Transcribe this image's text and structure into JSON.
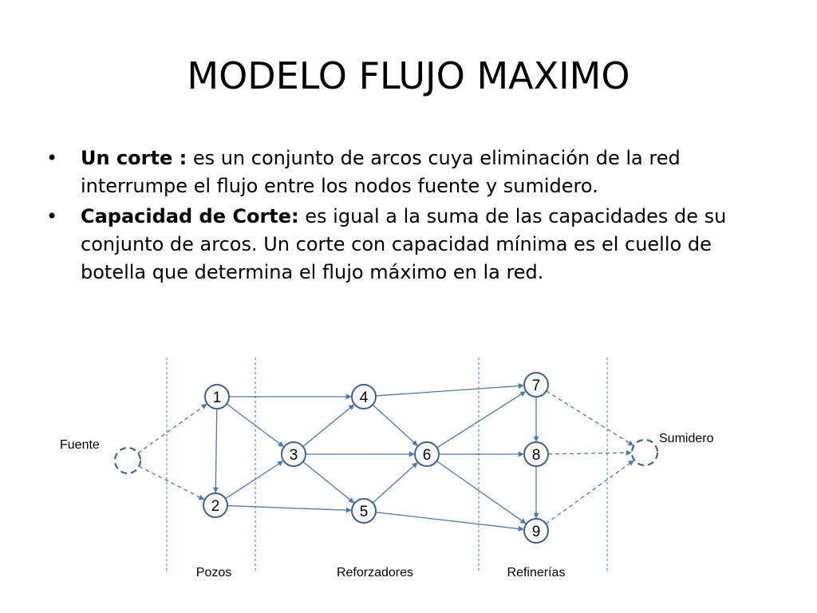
{
  "slide": {
    "title": "MODELO FLUJO MAXIMO",
    "bullets": [
      {
        "term": "Un corte :",
        "text": " es un conjunto de arcos cuya eliminación de la red interrumpe el flujo entre los nodos fuente y sumidero."
      },
      {
        "term": "Capacidad de Corte:",
        "text": " es igual a la suma de las capacidades de su conjunto de arcos. Un corte con capacidad mínima es el cuello de botella que determina el flujo máximo en la red."
      }
    ]
  },
  "diagram": {
    "colors": {
      "line": "#4a78b0",
      "node_stroke": "#3d6491",
      "guide": "#5b8fd0"
    },
    "labels": {
      "source": "Fuente",
      "sink": "Sumidero",
      "stage_wells": "Pozos",
      "stage_boosters": "Reforzadores",
      "stage_refineries": "Refinerías"
    },
    "nodes": [
      {
        "id": "F",
        "label": ""
      },
      {
        "id": "1",
        "label": "1"
      },
      {
        "id": "2",
        "label": "2"
      },
      {
        "id": "3",
        "label": "3"
      },
      {
        "id": "4",
        "label": "4"
      },
      {
        "id": "5",
        "label": "5"
      },
      {
        "id": "6",
        "label": "6"
      },
      {
        "id": "7",
        "label": "7"
      },
      {
        "id": "8",
        "label": "8"
      },
      {
        "id": "9",
        "label": "9"
      },
      {
        "id": "S",
        "label": ""
      }
    ],
    "edges": [
      {
        "from": "F",
        "to": "1",
        "dashed": true
      },
      {
        "from": "F",
        "to": "2",
        "dashed": true
      },
      {
        "from": "1",
        "to": "4",
        "dashed": false
      },
      {
        "from": "1",
        "to": "3",
        "dashed": false
      },
      {
        "from": "1",
        "to": "2",
        "dashed": false
      },
      {
        "from": "2",
        "to": "3",
        "dashed": false
      },
      {
        "from": "2",
        "to": "5",
        "dashed": false
      },
      {
        "from": "3",
        "to": "4",
        "dashed": false
      },
      {
        "from": "3",
        "to": "6",
        "dashed": false
      },
      {
        "from": "3",
        "to": "5",
        "dashed": false
      },
      {
        "from": "4",
        "to": "7",
        "dashed": false
      },
      {
        "from": "4",
        "to": "6",
        "dashed": false
      },
      {
        "from": "5",
        "to": "6",
        "dashed": false
      },
      {
        "from": "5",
        "to": "9",
        "dashed": false
      },
      {
        "from": "6",
        "to": "7",
        "dashed": false
      },
      {
        "from": "6",
        "to": "8",
        "dashed": false
      },
      {
        "from": "6",
        "to": "9",
        "dashed": false
      },
      {
        "from": "7",
        "to": "8",
        "dashed": false
      },
      {
        "from": "8",
        "to": "9",
        "dashed": false
      },
      {
        "from": "7",
        "to": "S",
        "dashed": true
      },
      {
        "from": "8",
        "to": "S",
        "dashed": true
      },
      {
        "from": "9",
        "to": "S",
        "dashed": true
      }
    ]
  }
}
